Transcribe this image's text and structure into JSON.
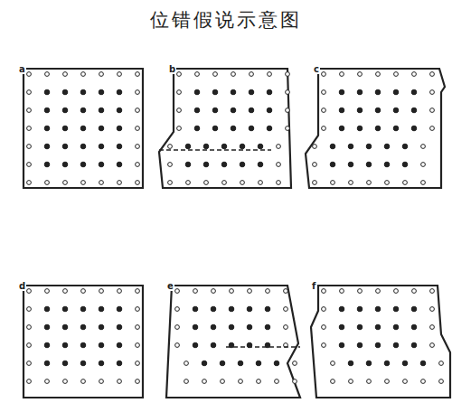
{
  "diagram": {
    "title": "位错假说示意图",
    "labels": [
      "a",
      "b",
      "c",
      "d",
      "e",
      "f"
    ]
  }
}
